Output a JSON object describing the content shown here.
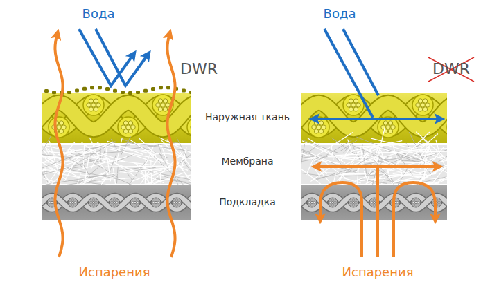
{
  "diagram": {
    "labels": [
      "Вода",
      "DWR",
      "Вода",
      "DWR",
      "Наружная ткань",
      "Мембрана",
      "Подкладка",
      "Испарения",
      "Испарения"
    ]
  }
}
